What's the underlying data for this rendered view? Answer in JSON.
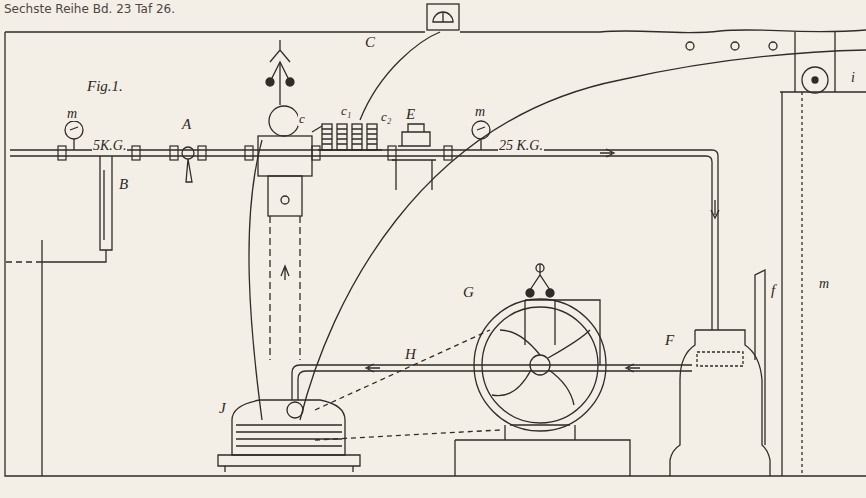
{
  "diagram": {
    "title": "Sechste Reihe Bd. 23 Taf 26.",
    "labels": [
      "Fig.1.",
      "m",
      "5K.G.",
      "B",
      "A",
      "C",
      "c",
      "c₁",
      "c₂",
      "E",
      "m",
      "25 K.G.",
      "G",
      "H",
      "F",
      "f",
      "J",
      "m",
      "i"
    ]
  }
}
